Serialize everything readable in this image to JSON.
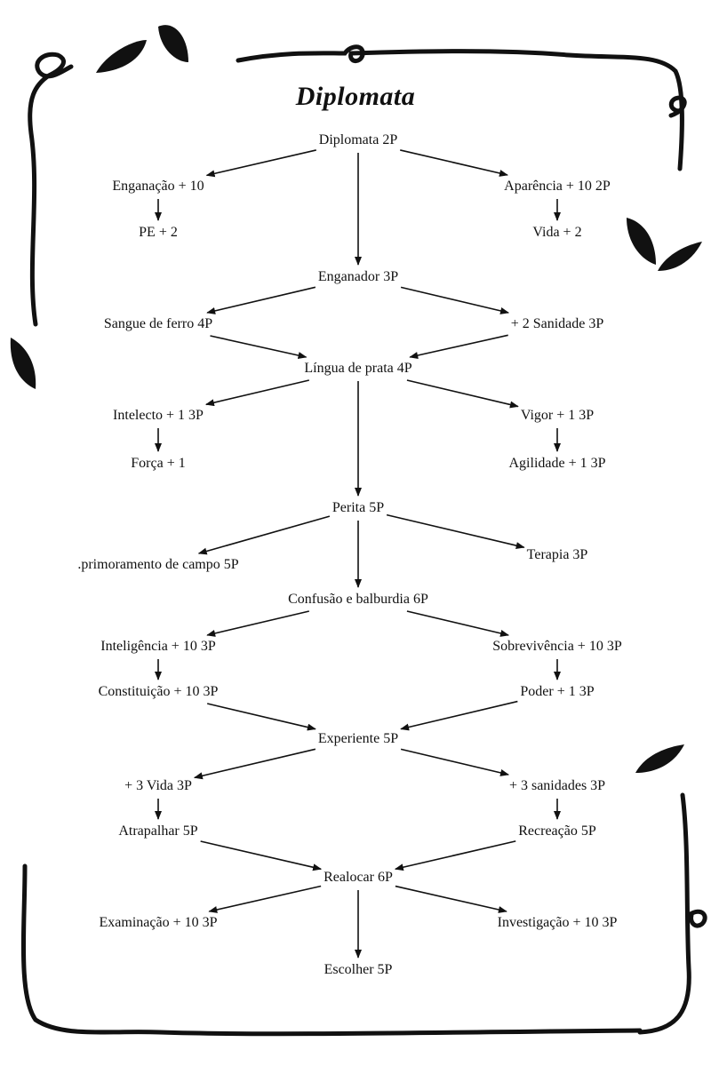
{
  "page": {
    "title": "Diplomata",
    "ink_color": "#111111",
    "background_color": "#ffffff"
  },
  "nodes": {
    "diplomata": "Diplomata 2P",
    "enganacao": "Enganação + 10",
    "aparencia": "Aparência + 10 2P",
    "pe": "PE + 2",
    "vida2": "Vida + 2",
    "enganador": "Enganador 3P",
    "sangue": "Sangue de ferro 4P",
    "sanidade2": "+ 2 Sanidade 3P",
    "lingua": "Língua de prata 4P",
    "intelecto": "Intelecto + 1 3P",
    "vigor": "Vigor + 1 3P",
    "forca": "Força + 1",
    "agilidade": "Agilidade + 1 3P",
    "perita": "Perita 5P",
    "aprimoramento": ".primoramento de campo 5P",
    "terapia": "Terapia 3P",
    "confusao": "Confusão e balburdia 6P",
    "inteligencia": "Inteligência + 10 3P",
    "sobrevivencia": "Sobrevivência + 10 3P",
    "constituicao": "Constituição + 10 3P",
    "poder": "Poder + 1 3P",
    "experiente": "Experiente 5P",
    "vida3": "+ 3 Vida 3P",
    "sanidades3": "+ 3 sanidades 3P",
    "atrapalhar": "Atrapalhar 5P",
    "recreacao": "Recreação 5P",
    "realocar": "Realocar 6P",
    "examinacao": "Examinação + 10 3P",
    "investigacao": "Investigação + 10 3P",
    "escolher": "Escolher 5P"
  },
  "edges": [
    [
      "diplomata",
      "enganacao"
    ],
    [
      "diplomata",
      "aparencia"
    ],
    [
      "diplomata",
      "enganador"
    ],
    [
      "enganacao",
      "pe"
    ],
    [
      "aparencia",
      "vida2"
    ],
    [
      "enganador",
      "sangue"
    ],
    [
      "enganador",
      "sanidade2"
    ],
    [
      "sangue",
      "lingua"
    ],
    [
      "sanidade2",
      "lingua"
    ],
    [
      "lingua",
      "intelecto"
    ],
    [
      "lingua",
      "vigor"
    ],
    [
      "lingua",
      "perita"
    ],
    [
      "intelecto",
      "forca"
    ],
    [
      "vigor",
      "agilidade"
    ],
    [
      "perita",
      "aprimoramento"
    ],
    [
      "perita",
      "terapia"
    ],
    [
      "perita",
      "confusao"
    ],
    [
      "confusao",
      "inteligencia"
    ],
    [
      "confusao",
      "sobrevivencia"
    ],
    [
      "inteligencia",
      "constituicao"
    ],
    [
      "sobrevivencia",
      "poder"
    ],
    [
      "constituicao",
      "experiente"
    ],
    [
      "poder",
      "experiente"
    ],
    [
      "experiente",
      "vida3"
    ],
    [
      "experiente",
      "sanidades3"
    ],
    [
      "vida3",
      "atrapalhar"
    ],
    [
      "sanidades3",
      "recreacao"
    ],
    [
      "atrapalhar",
      "realocar"
    ],
    [
      "recreacao",
      "realocar"
    ],
    [
      "realocar",
      "examinacao"
    ],
    [
      "realocar",
      "investigacao"
    ],
    [
      "realocar",
      "escolher"
    ]
  ],
  "decorations": [
    "vine-border",
    "leaf-icon"
  ]
}
